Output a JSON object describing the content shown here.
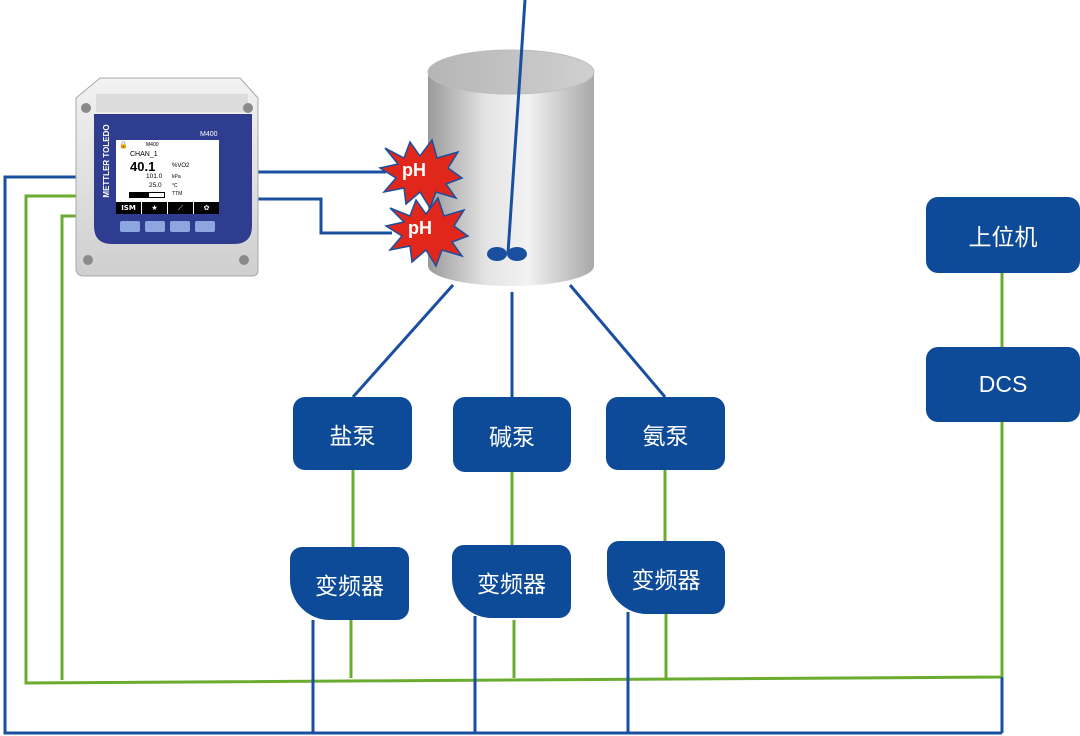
{
  "colors": {
    "node_fill": "#0d4a98",
    "line_blue": "#1a4fa0",
    "line_green": "#6aac2f",
    "burst_red": "#e1261c",
    "tank_gray": "#c8c8c8"
  },
  "nodes": {
    "host": "上位机",
    "dcs": "DCS",
    "salt_pump": "盐泵",
    "base_pump": "碱泵",
    "ammonia_pump": "氨泵",
    "vfd_1": "变频器",
    "vfd_2": "变频器",
    "vfd_3": "变频器"
  },
  "sensors": [
    "pH",
    "pH"
  ],
  "transmitter": {
    "model": "M400",
    "brand": "METTLER TOLEDO",
    "small_label": "M400",
    "channel": "CHAN_1",
    "main_value": "40.1",
    "main_unit": "%VO2",
    "value2": "101.0",
    "unit2": "kPa",
    "value3": "25.0",
    "unit3": "°C",
    "value4_unit": "TTM",
    "softkeys": [
      "ISM",
      "★",
      "⟋",
      "✿"
    ]
  }
}
